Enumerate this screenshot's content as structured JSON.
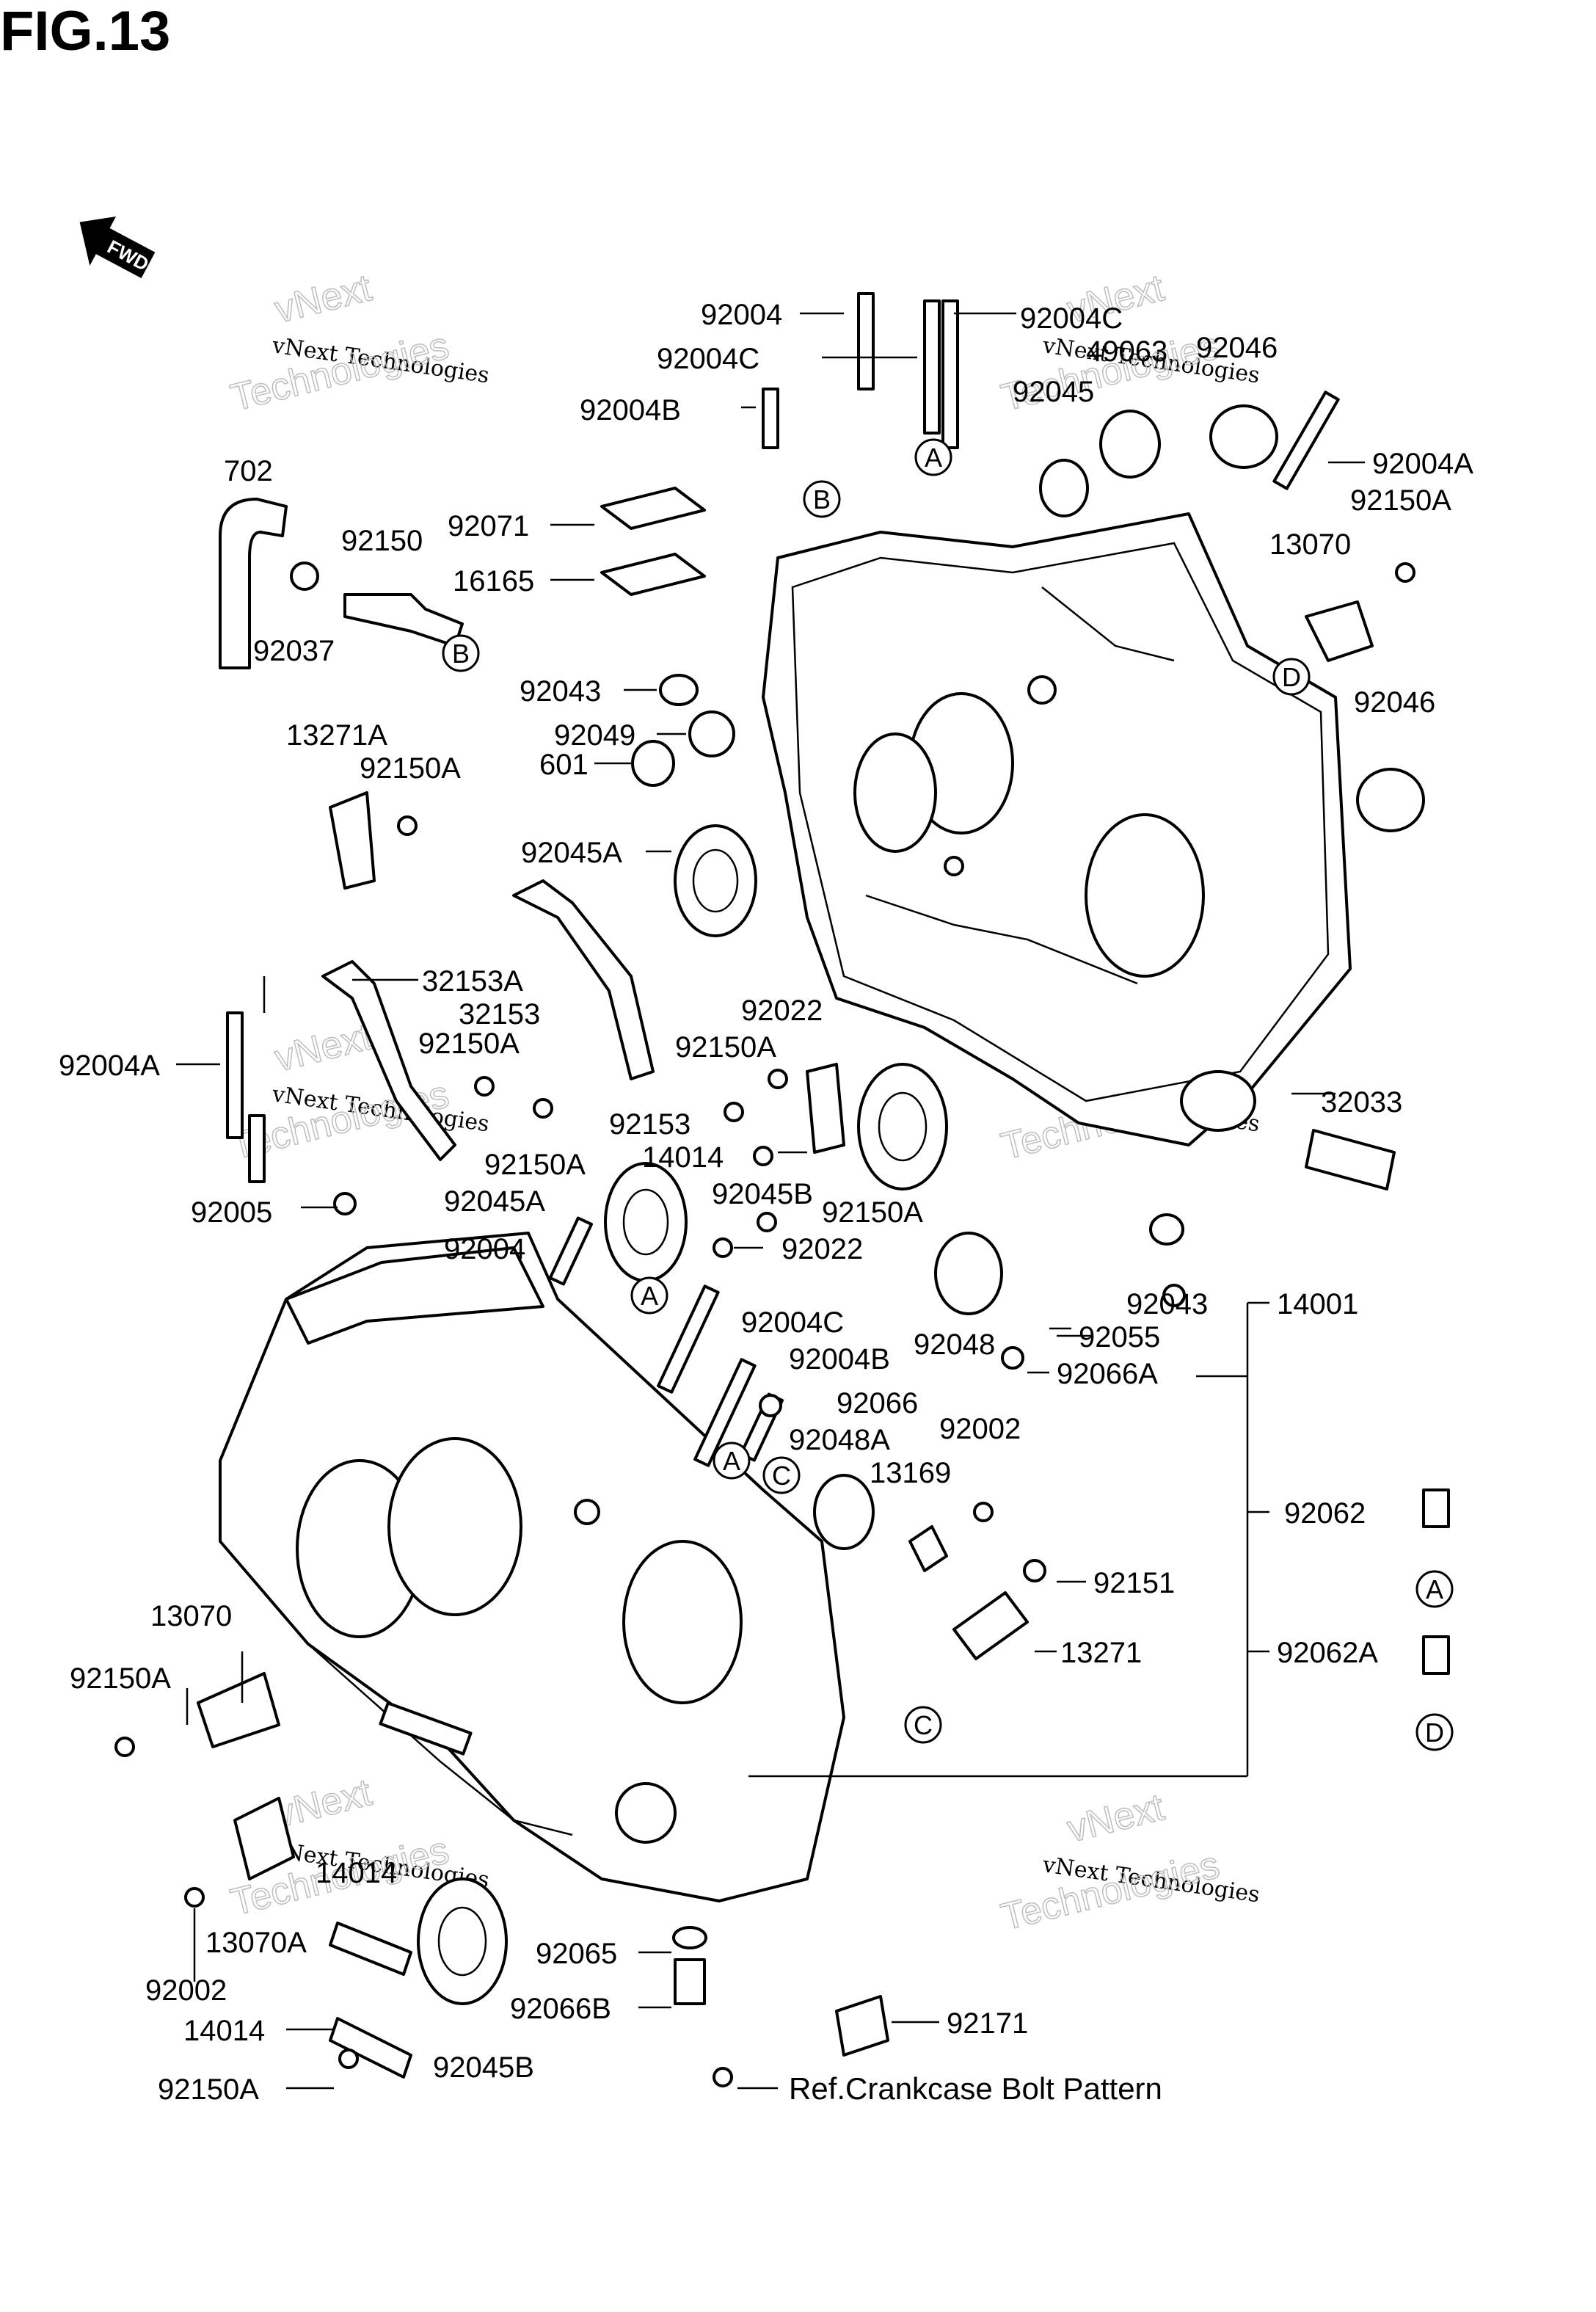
{
  "figure_title": "FIG.13",
  "fwd_label": "FWD",
  "reference_note": "Ref.Crankcase Bolt Pattern",
  "watermark": {
    "small": "vNext Technologies",
    "large_1": "vNext",
    "large_2": "Technologies"
  },
  "callout_letters": [
    "A",
    "B",
    "C",
    "D"
  ],
  "part_labels": [
    {
      "id": "92004",
      "text": "92004"
    },
    {
      "id": "92004C-top",
      "text": "92004C"
    },
    {
      "id": "92004C-mid",
      "text": "92004C"
    },
    {
      "id": "49063",
      "text": "49063"
    },
    {
      "id": "92046-top",
      "text": "92046"
    },
    {
      "id": "92045",
      "text": "92045"
    },
    {
      "id": "92004B-top",
      "text": "92004B"
    },
    {
      "id": "92004A-right",
      "text": "92004A"
    },
    {
      "id": "92150A-r1",
      "text": "92150A"
    },
    {
      "id": "702",
      "text": "702"
    },
    {
      "id": "92071",
      "text": "92071"
    },
    {
      "id": "92150",
      "text": "92150"
    },
    {
      "id": "16165",
      "text": "16165"
    },
    {
      "id": "13070-top",
      "text": "13070"
    },
    {
      "id": "92037",
      "text": "92037"
    },
    {
      "id": "92043-top",
      "text": "92043"
    },
    {
      "id": "92049",
      "text": "92049"
    },
    {
      "id": "92046-right",
      "text": "92046"
    },
    {
      "id": "601",
      "text": "601"
    },
    {
      "id": "13271A",
      "text": "13271A"
    },
    {
      "id": "92150A-l1",
      "text": "92150A"
    },
    {
      "id": "92045A-top",
      "text": "92045A"
    },
    {
      "id": "32153A",
      "text": "32153A"
    },
    {
      "id": "32153",
      "text": "32153"
    },
    {
      "id": "92022-top",
      "text": "92022"
    },
    {
      "id": "92004A-left",
      "text": "92004A"
    },
    {
      "id": "92150A-l2",
      "text": "92150A"
    },
    {
      "id": "92150A-mid",
      "text": "92150A"
    },
    {
      "id": "32033",
      "text": "32033"
    },
    {
      "id": "92153",
      "text": "92153"
    },
    {
      "id": "14014-mid",
      "text": "14014"
    },
    {
      "id": "92150A-l3",
      "text": "92150A"
    },
    {
      "id": "92045A-mid",
      "text": "92045A"
    },
    {
      "id": "92045B-mid",
      "text": "92045B"
    },
    {
      "id": "92005",
      "text": "92005"
    },
    {
      "id": "92150A-mid2",
      "text": "92150A"
    },
    {
      "id": "92004-mid",
      "text": "92004"
    },
    {
      "id": "92022-mid",
      "text": "92022"
    },
    {
      "id": "92043-mid",
      "text": "92043"
    },
    {
      "id": "14001",
      "text": "14001"
    },
    {
      "id": "92004C-low",
      "text": "92004C"
    },
    {
      "id": "92048",
      "text": "92048"
    },
    {
      "id": "92055",
      "text": "92055"
    },
    {
      "id": "92004B-low",
      "text": "92004B"
    },
    {
      "id": "92066A",
      "text": "92066A"
    },
    {
      "id": "92066",
      "text": "92066"
    },
    {
      "id": "92048A",
      "text": "92048A"
    },
    {
      "id": "92002-top",
      "text": "92002"
    },
    {
      "id": "13169",
      "text": "13169"
    },
    {
      "id": "92062",
      "text": "92062"
    },
    {
      "id": "92151",
      "text": "92151"
    },
    {
      "id": "13070-left",
      "text": "13070"
    },
    {
      "id": "13271",
      "text": "13271"
    },
    {
      "id": "92062A",
      "text": "92062A"
    },
    {
      "id": "92150A-l4",
      "text": "92150A"
    },
    {
      "id": "14014-low",
      "text": "14014"
    },
    {
      "id": "13070A",
      "text": "13070A"
    },
    {
      "id": "92002-low",
      "text": "92002"
    },
    {
      "id": "92065",
      "text": "92065"
    },
    {
      "id": "92066B",
      "text": "92066B"
    },
    {
      "id": "92171",
      "text": "92171"
    },
    {
      "id": "14014-bot",
      "text": "14014"
    },
    {
      "id": "92045B-bot",
      "text": "92045B"
    },
    {
      "id": "92150A-bot",
      "text": "92150A"
    }
  ]
}
